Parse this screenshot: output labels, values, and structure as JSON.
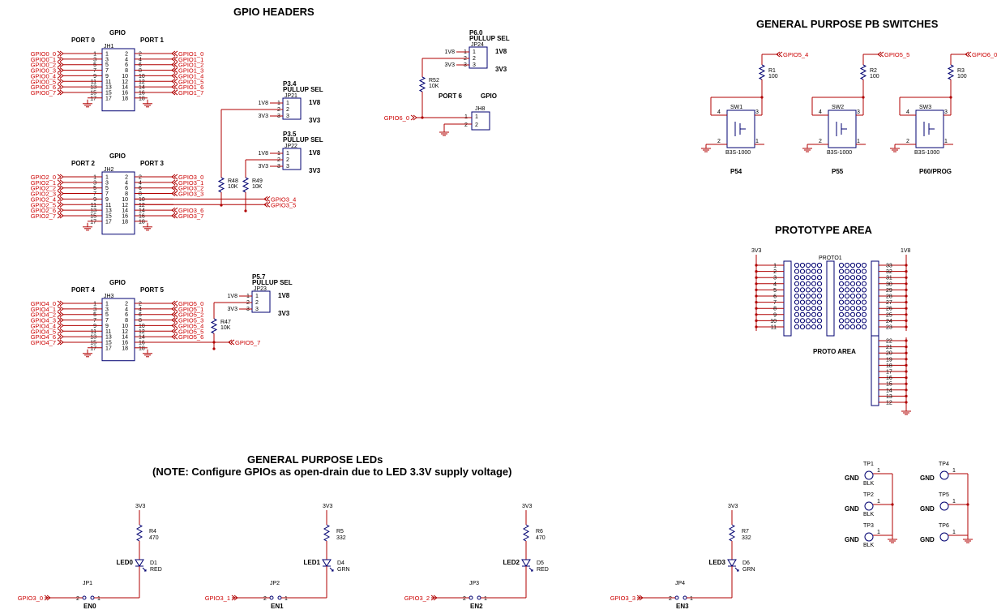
{
  "titles": {
    "gpio_headers": "GPIO HEADERS",
    "pb_switches": "GENERAL PURPOSE PB SWITCHES",
    "prototype": "PROTOTYPE AREA",
    "leds": "GENERAL PURPOSE LEDs",
    "leds_note": "(NOTE: Configure GPIOs as open-drain due to LED 3.3V supply voltage)"
  },
  "headers": [
    {
      "ref": "JH1",
      "label": "GPIO",
      "left_port": "PORT 0",
      "right_port": "PORT 1",
      "left_signals": [
        "GPIO0_0",
        "GPIO0_1",
        "GPIO0_2",
        "GPIO0_3",
        "GPIO0_4",
        "GPIO0_5",
        "GPIO0_6",
        "GPIO0_7"
      ],
      "right_signals": [
        "GPIO1_0",
        "GPIO1_1",
        "GPIO1_2",
        "GPIO1_3",
        "GPIO1_4",
        "GPIO1_5",
        "GPIO1_6",
        "GPIO1_7"
      ]
    },
    {
      "ref": "JH2",
      "label": "GPIO",
      "left_port": "PORT 2",
      "right_port": "PORT 3",
      "left_signals": [
        "GPIO2_0",
        "GPIO2_1",
        "GPIO2_2",
        "GPIO2_3",
        "GPIO2_4",
        "GPIO2_5",
        "GPIO2_6",
        "GPIO2_7"
      ],
      "right_signals": [
        "GPIO3_0",
        "GPIO3_1",
        "GPIO3_2",
        "GPIO3_3",
        "",
        "",
        "GPIO3_6",
        "GPIO3_7"
      ]
    },
    {
      "ref": "JH3",
      "label": "GPIO",
      "left_port": "PORT 4",
      "right_port": "PORT 5",
      "left_signals": [
        "GPIO4_0",
        "GPIO4_1",
        "GPIO4_2",
        "GPIO4_3",
        "GPIO4_4",
        "GPIO4_5",
        "GPIO4_6",
        "GPIO4_7"
      ],
      "right_signals": [
        "GPIO5_0",
        "GPIO5_1",
        "GPIO5_2",
        "GPIO5_3",
        "GPIO5_4",
        "GPIO5_5",
        "GPIO5_6",
        ""
      ]
    }
  ],
  "pullups": [
    {
      "title": "P3.4",
      "subtitle": "PULLUP SEL",
      "ref": "JP21",
      "v1": "1V8",
      "v2": "3V3",
      "res": "R48",
      "val": "10K",
      "net": "GPIO3_4"
    },
    {
      "title": "P3.5",
      "subtitle": "PULLUP SEL",
      "ref": "JP22",
      "v1": "1V8",
      "v2": "3V3",
      "res": "R49",
      "val": "10K",
      "net": "GPIO3_5"
    },
    {
      "title": "P5.7",
      "subtitle": "PULLUP SEL",
      "ref": "JP23",
      "v1": "1V8",
      "v2": "3V3",
      "res": "R47",
      "val": "10K",
      "net": "GPIO5_7"
    },
    {
      "title": "P6.0",
      "subtitle": "PULLUP SEL",
      "ref": "JP24",
      "v1": "1V8",
      "v2": "3V3",
      "res": "R52",
      "val": "10K",
      "net": "GPIO6_0"
    }
  ],
  "port6": {
    "label": "PORT 6",
    "gpio": "GPIO",
    "ref": "JH8"
  },
  "switches": [
    {
      "ref": "SW1",
      "part": "B3S-1000",
      "res": "R1",
      "val": "100",
      "net": "GPIO5_4",
      "label": "P54"
    },
    {
      "ref": "SW2",
      "part": "B3S-1000",
      "res": "R2",
      "val": "100",
      "net": "GPIO5_5",
      "label": "P55"
    },
    {
      "ref": "SW3",
      "part": "B3S-1000",
      "res": "R3",
      "val": "100",
      "net": "GPIO6_0",
      "label": "P60/PROG"
    }
  ],
  "proto": {
    "ref": "PROTO1",
    "label": "PROTO AREA",
    "left_rail": "3V3",
    "right_rail": "1V8",
    "left_pins": [
      "1",
      "2",
      "3",
      "4",
      "5",
      "6",
      "7",
      "8",
      "9",
      "10",
      "11"
    ],
    "right_pins": [
      "33",
      "32",
      "31",
      "30",
      "29",
      "28",
      "27",
      "26",
      "25",
      "24",
      "23"
    ],
    "lower_pins": [
      "22",
      "21",
      "20",
      "19",
      "18",
      "17",
      "16",
      "15",
      "14",
      "13",
      "12"
    ]
  },
  "testpoints": [
    {
      "ref": "TP1",
      "color": "BLK",
      "gnd": "GND"
    },
    {
      "ref": "TP2",
      "color": "BLK",
      "gnd": "GND"
    },
    {
      "ref": "TP3",
      "color": "BLK",
      "gnd": "GND"
    },
    {
      "ref": "TP4",
      "color": "",
      "gnd": "GND"
    },
    {
      "ref": "TP5",
      "color": "",
      "gnd": "GND"
    },
    {
      "ref": "TP6",
      "color": "",
      "gnd": "GND"
    }
  ],
  "leds": [
    {
      "name": "LED0",
      "res": "R4",
      "val": "470",
      "diode": "D1",
      "color": "RED",
      "jp": "JP1",
      "en": "EN0",
      "net": "GPIO3_0",
      "supply": "3V3"
    },
    {
      "name": "LED1",
      "res": "R5",
      "val": "332",
      "diode": "D4",
      "color": "GRN",
      "jp": "JP2",
      "en": "EN1",
      "net": "GPIO3_1",
      "supply": "3V3"
    },
    {
      "name": "LED2",
      "res": "R6",
      "val": "470",
      "diode": "D5",
      "color": "RED",
      "jp": "JP3",
      "en": "EN2",
      "net": "GPIO3_2",
      "supply": "3V3"
    },
    {
      "name": "LED3",
      "res": "R7",
      "val": "332",
      "diode": "D6",
      "color": "GRN",
      "jp": "JP4",
      "en": "EN3",
      "net": "GPIO3_3",
      "supply": "3V3"
    }
  ],
  "colors": {
    "wire": "#b00000",
    "part": "#000070",
    "text": "#000000",
    "signal": "#cc0000"
  }
}
